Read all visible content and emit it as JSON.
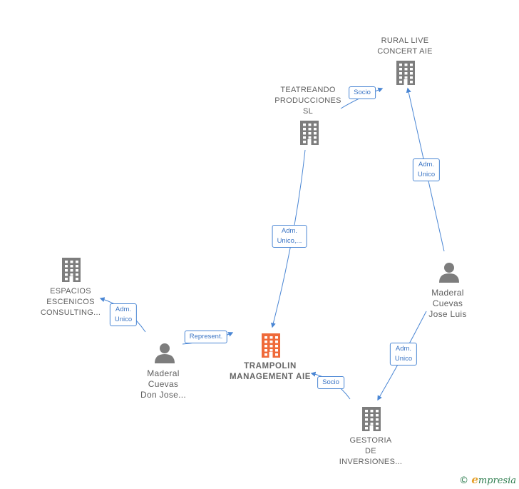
{
  "colors": {
    "edge": "#4a86d4",
    "building_default": "#7d7d7d",
    "building_center": "#ef6a3a",
    "person": "#7d7d7d"
  },
  "nodes": [
    {
      "id": "rural",
      "type": "company",
      "label": "RURAL LIVE\nCONCERT AIE",
      "icon": "building-icon"
    },
    {
      "id": "teatreando",
      "type": "company",
      "label": "TEATREANDO\nPRODUCCIONES\nSL",
      "icon": "building-icon"
    },
    {
      "id": "espacios",
      "type": "company",
      "label": "ESPACIOS\nESCENICOS\nCONSULTING...",
      "icon": "building-icon"
    },
    {
      "id": "trampolin",
      "type": "company",
      "label": "TRAMPOLIN\nMANAGEMENT AIE",
      "icon": "building-icon",
      "center": true
    },
    {
      "id": "gestoria",
      "type": "company",
      "label": "GESTORIA\nDE\nINVERSIONES...",
      "icon": "building-icon"
    },
    {
      "id": "josedon",
      "type": "person",
      "label": "Maderal\nCuevas\nDon Jose...",
      "icon": "person-icon"
    },
    {
      "id": "joseluis",
      "type": "person",
      "label": "Maderal\nCuevas\nJose Luis",
      "icon": "person-icon"
    }
  ],
  "edges": [
    {
      "id": "e1",
      "from": "teatreando",
      "to": "rural",
      "label": "Socio"
    },
    {
      "id": "e2",
      "from": "joseluis",
      "to": "rural",
      "label": "Adm.\nUnico"
    },
    {
      "id": "e3",
      "from": "teatreando",
      "to": "trampolin",
      "label": "Adm.\nUnico,..."
    },
    {
      "id": "e4",
      "from": "josedon",
      "to": "espacios",
      "label": "Adm.\nUnico"
    },
    {
      "id": "e5",
      "from": "josedon",
      "to": "trampolin",
      "label": "Represent."
    },
    {
      "id": "e6",
      "from": "gestoria",
      "to": "trampolin",
      "label": "Socio"
    },
    {
      "id": "e7",
      "from": "joseluis",
      "to": "gestoria",
      "label": "Adm.\nUnico"
    }
  ],
  "copyright": {
    "symbol": "©",
    "brand_initial": "e",
    "brand_rest": "mpresia"
  }
}
